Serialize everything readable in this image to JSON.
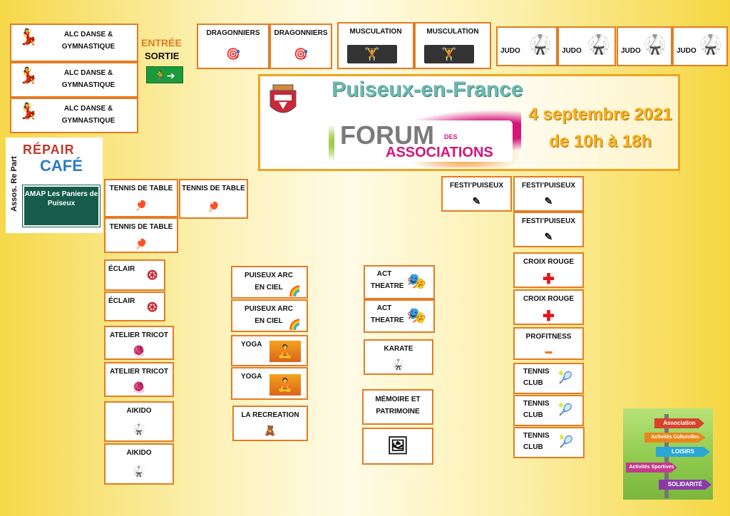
{
  "entrance": {
    "entree": "ENTRÉE",
    "sortie": "SORTIE",
    "exit_glyph": "🏃➔"
  },
  "banner": {
    "town": "Puiseux-en-France",
    "forum": "FORUM",
    "des": "DES",
    "associations": "ASSOCIATIONS",
    "date": "4 septembre 2021",
    "hours": "de 10h à 18h"
  },
  "side": {
    "vertical_text": "Assos. Re Part",
    "repair": "RÉPAIR",
    "cafe": "CAFÉ",
    "amap": "AMAP Les Paniers de Puiseux"
  },
  "poster": {
    "association": "Association",
    "culturelles": "Activités Culturelles",
    "loisirs": "LOISIRS",
    "sportives": "Activités Sportives",
    "solidarite": "SOLIDARITÉ"
  },
  "stands": [
    {
      "label": "ALC DANSE & GYMNASTIQUE",
      "icon": "💃"
    },
    {
      "label": "ALC DANSE & GYMNASTIQUE",
      "icon": "💃"
    },
    {
      "label": "ALC DANSE & GYMNASTIQUE",
      "icon": "💃"
    },
    {
      "label": "DRAGONNIERS",
      "icon": "🎯"
    },
    {
      "label": "DRAGONNIERS",
      "icon": "🎯"
    },
    {
      "label": "MUSCULATION",
      "icon": "🏋"
    },
    {
      "label": "MUSCULATION",
      "icon": "🏋"
    },
    {
      "label": "JUDO",
      "icon": "🥋"
    },
    {
      "label": "JUDO",
      "icon": "🥋"
    },
    {
      "label": "JUDO",
      "icon": "🥋"
    },
    {
      "label": "JUDO",
      "icon": "🥋"
    },
    {
      "label": "TENNIS DE TABLE",
      "icon": "🏓"
    },
    {
      "label": "TENNIS DE TABLE",
      "icon": "🏓"
    },
    {
      "label": "TENNIS DE TABLE",
      "icon": "🏓"
    },
    {
      "label": "ÉCLAIR",
      "icon": "⊛"
    },
    {
      "label": "ÉCLAIR",
      "icon": "⊛"
    },
    {
      "label": "ATELIER TRICOT",
      "icon": "🧶"
    },
    {
      "label": "ATELIER TRICOT",
      "icon": "🧶"
    },
    {
      "label": "AIKIDO",
      "icon": "🥋"
    },
    {
      "label": "AIKIDO",
      "icon": "🥋"
    },
    {
      "label": "PUISEUX ARC EN CIEL",
      "icon": "🌈"
    },
    {
      "label": "PUISEUX ARC EN CIEL",
      "icon": "🌈"
    },
    {
      "label": "YOGA",
      "icon": "🧘"
    },
    {
      "label": "YOGA",
      "icon": "🧘"
    },
    {
      "label": "LA RECREATION",
      "icon": "🧸"
    },
    {
      "label": "ACT THEATRE",
      "icon": "🎭"
    },
    {
      "label": "ACT THEATRE",
      "icon": "🎭"
    },
    {
      "label": "KARATE",
      "icon": "🥋"
    },
    {
      "label": "MÉMOIRE ET PATRIMOINE",
      "icon": ""
    },
    {
      "label": "",
      "icon": "🖼"
    },
    {
      "label": "FESTI’PUISEUX",
      "icon": "✎"
    },
    {
      "label": "FESTI’PUISEUX",
      "icon": "✎"
    },
    {
      "label": "FESTI’PUISEUX",
      "icon": "✎"
    },
    {
      "label": "CROIX ROUGE",
      "icon": "✚"
    },
    {
      "label": "CROIX ROUGE",
      "icon": "✚"
    },
    {
      "label": "PROFITNESS",
      "icon": "▬"
    },
    {
      "label": "TENNIS CLUB",
      "icon": "🎾"
    },
    {
      "label": "TENNIS CLUB",
      "icon": "🎾"
    },
    {
      "label": "TENNIS CLUB",
      "icon": "🎾"
    }
  ]
}
